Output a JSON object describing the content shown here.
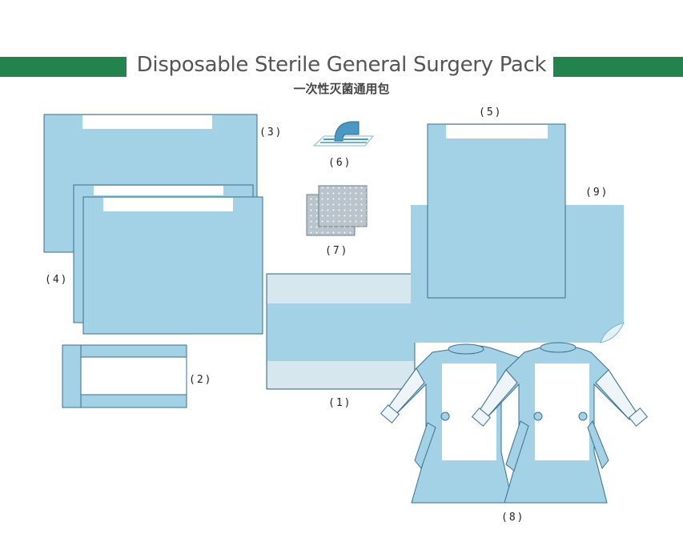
{
  "header": {
    "title": "Disposable Sterile General Surgery Pack",
    "subtitle": "一次性灭菌通用包"
  },
  "items": [
    {
      "id": "1",
      "label": "(1)"
    },
    {
      "id": "2",
      "label": "(2)"
    },
    {
      "id": "3",
      "label": "(3)"
    },
    {
      "id": "4",
      "label": "(4)"
    },
    {
      "id": "5",
      "label": "(5)"
    },
    {
      "id": "6",
      "label": "(6)"
    },
    {
      "id": "7",
      "label": "(7)"
    },
    {
      "id": "8",
      "label": "(8)"
    },
    {
      "id": "9",
      "label": "(9)"
    }
  ],
  "colors": {
    "band": "#22844c",
    "drape": "#a3d2e6",
    "drape_dark": "#7fb8d1",
    "outline": "#3a6f8c",
    "stripe": "#d6e7ee",
    "gauze": "#b9c4cc",
    "sleeve": "#eef5f8"
  }
}
